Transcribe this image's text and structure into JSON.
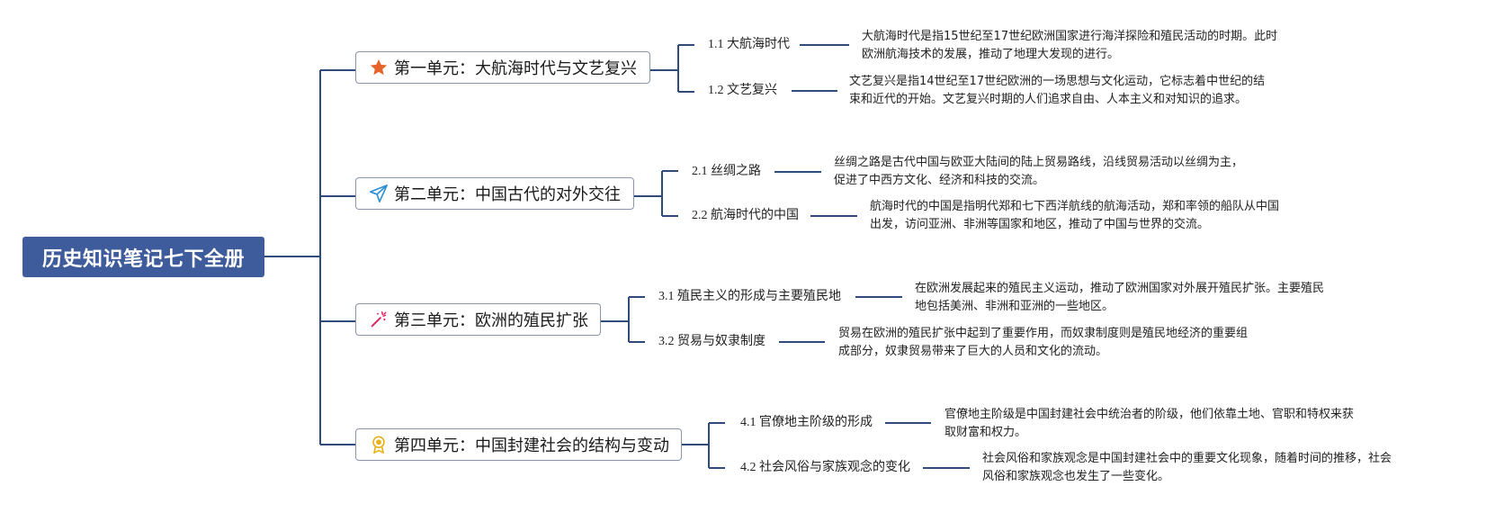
{
  "root": {
    "title": "历史知识笔记七下全册"
  },
  "units": [
    {
      "title": "第一单元：大航海时代与文艺复兴",
      "icon": "star-icon",
      "icon_color": "#e8632b",
      "subs": [
        {
          "label": "1.1 大航海时代",
          "desc_line1": "大航海时代是指15世纪至17世纪欧洲国家进行海洋探险和殖民活动的时期。此时",
          "desc_line2": "欧洲航海技术的发展，推动了地理大发现的进行。"
        },
        {
          "label": "1.2 文艺复兴",
          "desc_line1": "文艺复兴是指14世纪至17世纪欧洲的一场思想与文化运动，它标志着中世纪的结",
          "desc_line2": "束和近代的开始。文艺复兴时期的人们追求自由、人本主义和对知识的追求。"
        }
      ]
    },
    {
      "title": "第二单元：中国古代的对外交往",
      "icon": "paper-plane-icon",
      "icon_color": "#2d8fd5",
      "subs": [
        {
          "label": "2.1 丝绸之路",
          "desc_line1": "丝绸之路是古代中国与欧亚大陆间的陆上贸易路线，沿线贸易活动以丝绸为主，",
          "desc_line2": "促进了中西方文化、经济和科技的交流。"
        },
        {
          "label": "2.2 航海时代的中国",
          "desc_line1": "航海时代的中国是指明代郑和七下西洋航线的航海活动，郑和率领的船队从中国",
          "desc_line2": "出发，访问亚洲、非洲等国家和地区，推动了中国与世界的交流。"
        }
      ]
    },
    {
      "title": "第三单元：欧洲的殖民扩张",
      "icon": "magic-wand-icon",
      "icon_color": "#e0245e",
      "subs": [
        {
          "label": "3.1 殖民主义的形成与主要殖民地",
          "desc_line1": "在欧洲发展起来的殖民主义运动，推动了欧洲国家对外展开殖民扩张。主要殖民",
          "desc_line2": "地包括美洲、非洲和亚洲的一些地区。"
        },
        {
          "label": "3.2 贸易与奴隶制度",
          "desc_line1": "贸易在欧洲的殖民扩张中起到了重要作用，而奴隶制度则是殖民地经济的重要组",
          "desc_line2": "成部分，奴隶贸易带来了巨大的人员和文化的流动。"
        }
      ]
    },
    {
      "title": "第四单元：中国封建社会的结构与变动",
      "icon": "medal-icon",
      "icon_color": "#e8b21a",
      "subs": [
        {
          "label": "4.1 官僚地主阶级的形成",
          "desc_line1": "官僚地主阶级是中国封建社会中统治者的阶级，他们依靠土地、官职和特权来获",
          "desc_line2": "取财富和权力。"
        },
        {
          "label": "4.2 社会风俗与家族观念的变化",
          "desc_line1": "社会风俗和家族观念是中国封建社会中的重要文化现象，随着时间的推移，社会",
          "desc_line2": "风俗和家族观念也发生了一些变化。"
        }
      ]
    }
  ]
}
